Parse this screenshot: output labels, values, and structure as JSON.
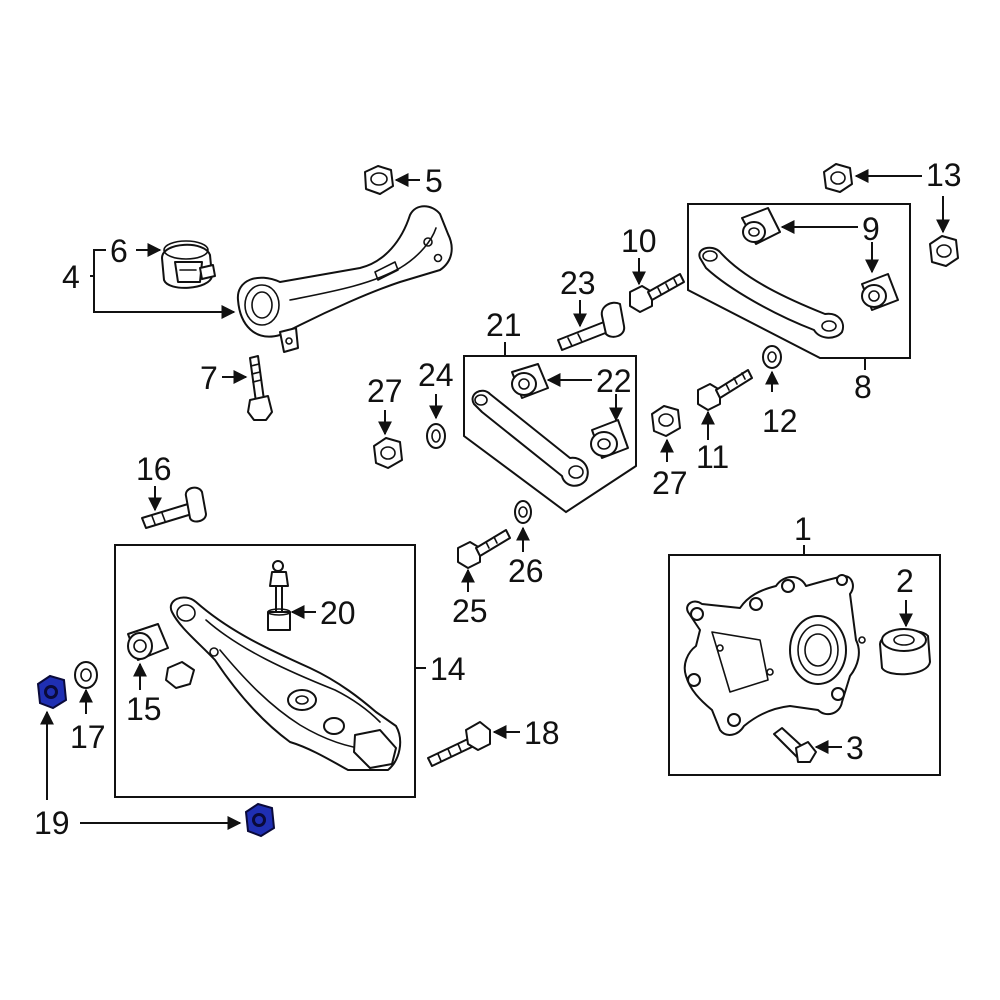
{
  "diagram": {
    "colors": {
      "line": "#111111",
      "background": "#ffffff",
      "highlight": "#1f2fb3"
    },
    "callouts": {
      "c1": "1",
      "c2": "2",
      "c3": "3",
      "c4": "4",
      "c5": "5",
      "c6": "6",
      "c7": "7",
      "c8": "8",
      "c9": "9",
      "c10": "10",
      "c11": "11",
      "c12": "12",
      "c13": "13",
      "c14": "14",
      "c15": "15",
      "c16": "16",
      "c17": "17",
      "c18": "18",
      "c19": "19",
      "c20": "20",
      "c21": "21",
      "c22": "22",
      "c23": "23",
      "c24": "24",
      "c25": "25",
      "c26": "26",
      "c27a": "27",
      "c27b": "27"
    },
    "highlighted_part": "19"
  }
}
